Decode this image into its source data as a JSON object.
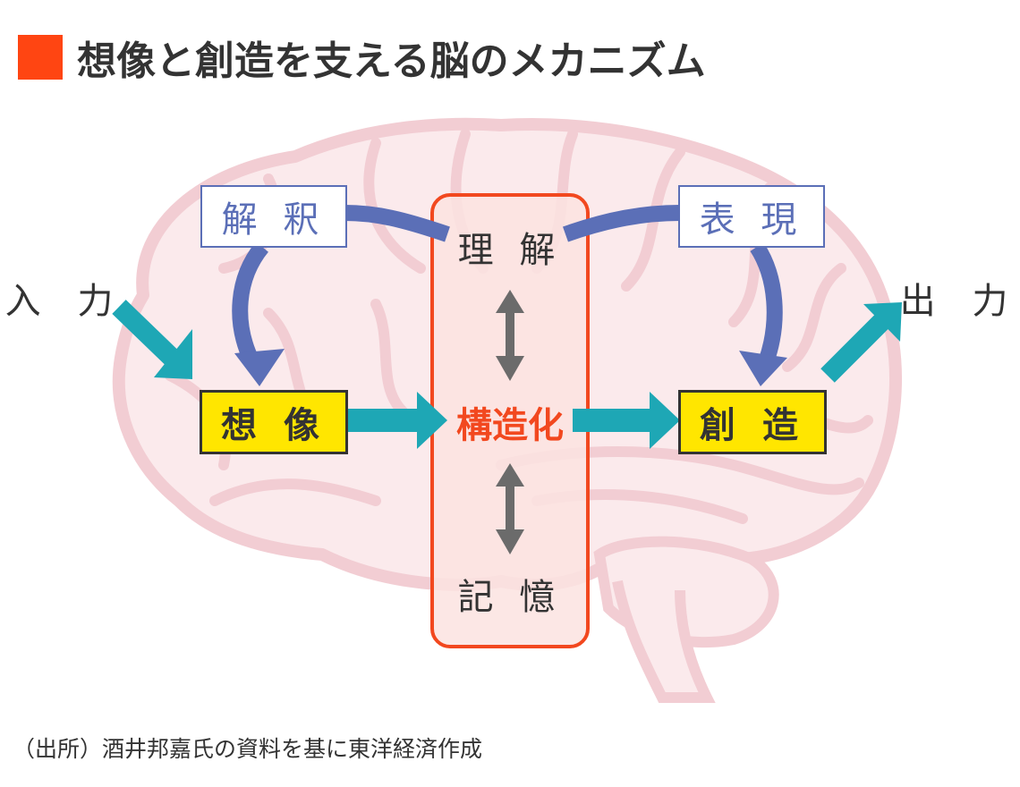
{
  "title": "想像と創造を支える脳のメカニズム",
  "colors": {
    "title_square": "#ff4512",
    "brain_fill": "#fbeaec",
    "brain_line": "#f2cdd3",
    "blue_arrow": "#5b6fb7",
    "teal_arrow": "#1ea7b5",
    "gray_arrow": "#6b6b6b",
    "structure_box": "#f2481f",
    "yellow_box": "#ffe600"
  },
  "nodes": {
    "input": "入 力",
    "output": "出 力",
    "interpretation": "解 釈",
    "expression": "表 現",
    "imagination": "想 像",
    "creation": "創 造",
    "understanding": "理 解",
    "structuring": "構造化",
    "memory": "記 憶"
  },
  "edges": [
    {
      "from": "input",
      "to": "imagination",
      "type": "teal"
    },
    {
      "from": "understanding",
      "to": "interpretation",
      "type": "blue"
    },
    {
      "from": "interpretation",
      "to": "imagination",
      "type": "blue"
    },
    {
      "from": "understanding",
      "to": "expression",
      "type": "blue"
    },
    {
      "from": "expression",
      "to": "creation",
      "type": "blue"
    },
    {
      "from": "imagination",
      "to": "structuring",
      "type": "teal"
    },
    {
      "from": "structuring",
      "to": "creation",
      "type": "teal"
    },
    {
      "from": "creation",
      "to": "output",
      "type": "teal"
    },
    {
      "from": "understanding",
      "to": "structuring",
      "type": "gray-bidirectional"
    },
    {
      "from": "structuring",
      "to": "memory",
      "type": "gray-bidirectional"
    }
  ],
  "source": "（出所）酒井邦嘉氏の資料を基に東洋経済作成"
}
